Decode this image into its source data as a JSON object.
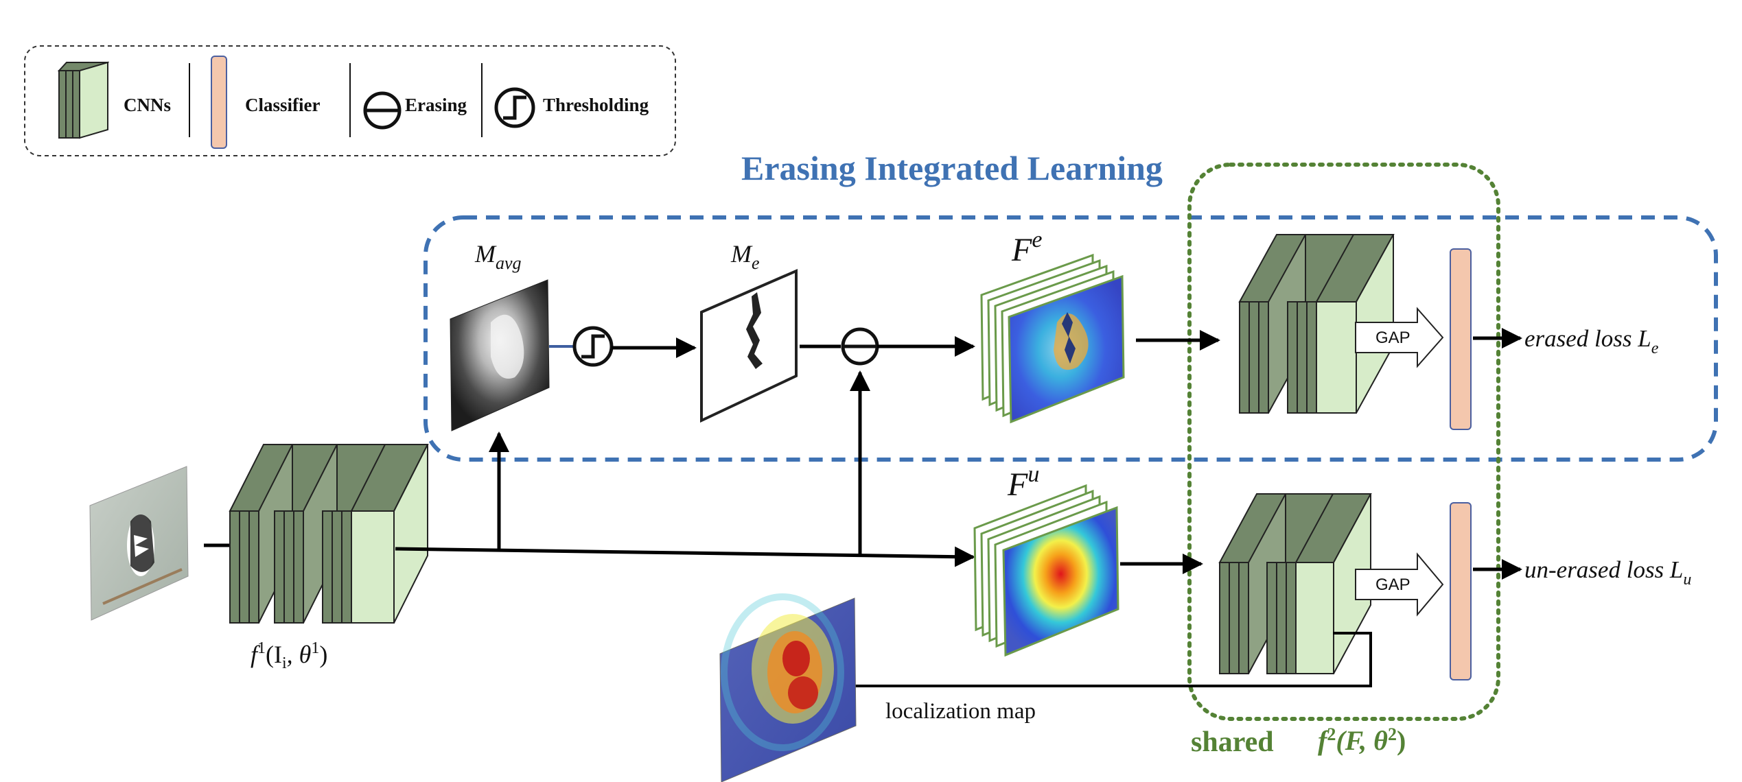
{
  "legend": {
    "cnns_label": "CNNs",
    "classifier_label": "Classifier",
    "erasing_label": "Erasing",
    "thresholding_label": "Thresholding"
  },
  "title": "Erasing Integrated Learning",
  "labels": {
    "m_avg": "M",
    "m_avg_sub": "avg",
    "m_e": "M",
    "m_e_sub": "e",
    "f_e": "F",
    "f_e_sup": "e",
    "f_u": "F",
    "f_u_sup": "u",
    "f1_prefix": "f",
    "f1_sup": "1",
    "f1_args_open": "(I",
    "f1_args_sub": "i",
    "f1_args_mid": ", θ",
    "f1_args_sup": "1",
    "f1_args_close": ")",
    "gap_top": "GAP",
    "gap_bottom": "GAP",
    "erased_loss": "erased loss L",
    "erased_loss_sub": "e",
    "unerased_loss": "un-erased loss L",
    "unerased_loss_sub": "u",
    "localization_map": "localization map",
    "shared": "shared",
    "f2_prefix": "f",
    "f2_sup": "2",
    "f2_args_open": "(F, θ",
    "f2_args_sup": "2",
    "f2_args_close": ")"
  },
  "colors": {
    "cnn_front": "#d7ecc9",
    "cnn_dark": "#74896a",
    "classifier": "#f4c7ad",
    "classifier_border": "#4a5fa0",
    "title_blue": "#3f72b3",
    "shared_green": "#548235"
  },
  "icons": {
    "erasing": "minus-circle-icon",
    "thresholding": "step-circle-icon"
  }
}
